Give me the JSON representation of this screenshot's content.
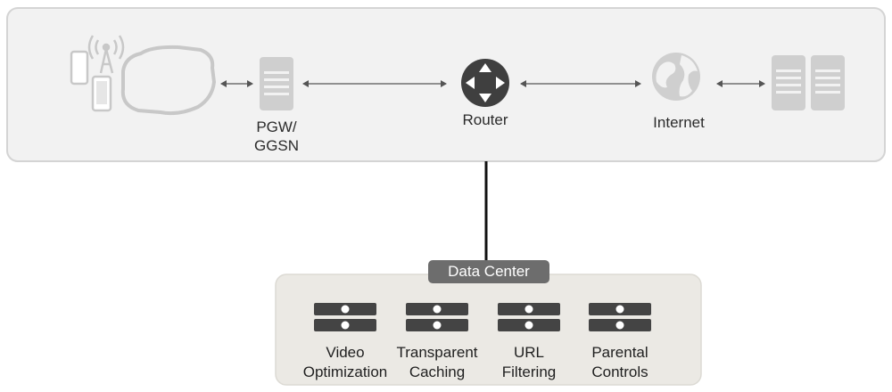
{
  "top_network": {
    "pgw_label_line1": "PGW/",
    "pgw_label_line2": "GGSN",
    "router_label": "Router",
    "internet_label": "Internet"
  },
  "data_center": {
    "title": "Data Center",
    "services": [
      {
        "line1": "Video",
        "line2": "Optimization"
      },
      {
        "line1": "Transparent",
        "line2": "Caching"
      },
      {
        "line1": "URL",
        "line2": "Filtering"
      },
      {
        "line1": "Parental",
        "line2": "Controls"
      }
    ]
  },
  "colors": {
    "panel_fill": "#f2f2f2",
    "panel_border": "#d4d4d4",
    "dc_fill": "#ebe9e4",
    "icon_light": "#cfcfcf",
    "icon_dark": "#444444",
    "dc_label_bg": "#6d6d6d"
  }
}
